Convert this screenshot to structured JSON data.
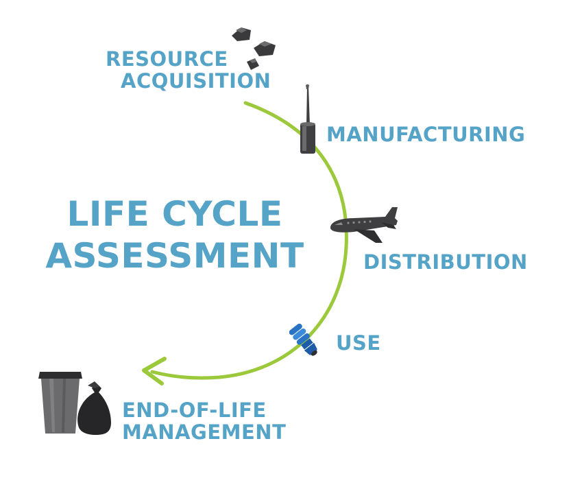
{
  "title": {
    "line1": "LIFE CYCLE",
    "line2": "ASSESSMENT"
  },
  "stages": {
    "resource": {
      "line1": "RESOURCE",
      "line2": "ACQUISITION",
      "icon": "rocks-icon"
    },
    "manufacturing": {
      "label": "MANUFACTURING",
      "icon": "factory-chimney-icon"
    },
    "distribution": {
      "label": "DISTRIBUTION",
      "icon": "airplane-icon"
    },
    "use": {
      "label": "USE",
      "icon": "light-bulb-icon"
    },
    "end_of_life": {
      "line1": "END-OF-LIFE",
      "line2": "MANAGEMENT",
      "icon": "trash-can-icon"
    }
  },
  "colors": {
    "text": "#56a3c8",
    "arc": "#9bc93b",
    "icon_dark": "#3f3f41",
    "bulb": "#2a73c4"
  }
}
